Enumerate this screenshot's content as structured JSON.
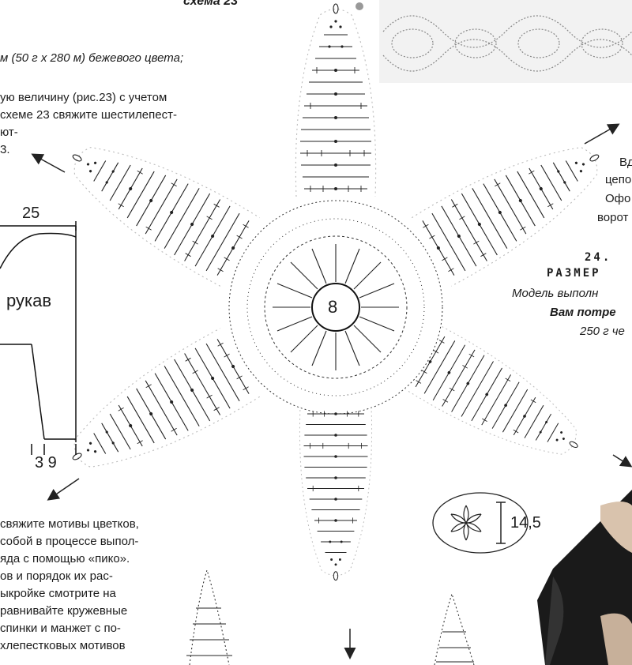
{
  "scheme_title": "схема 23",
  "center_label": "8",
  "left_text": {
    "l1": "м (50 г х 280 м) бежевого цвета;",
    "l2": "ую величину (рис.23) с учетом",
    "l3": "схеме 23 свяжите шестилепест-",
    "l4": "ют-",
    "l5": "3."
  },
  "sleeve": {
    "top_dim": "25",
    "label": "рукав",
    "bottom_dim": "3 9"
  },
  "bottom_text": {
    "l1": "свяжите мотивы цветков,",
    "l2": "собой в процессе выпол-",
    "l3": "яда с помощью «пико».",
    "l4": "ов и порядок их рас-",
    "l5": "ыкройке смотрите на",
    "l6": "равнивайте кружевные",
    "l7": "спинки и манжет с по-",
    "l8": "хлепестковых мотивов"
  },
  "right_text": {
    "r1": "Вд",
    "r2": "цепо",
    "r3": "Офо",
    "r4": "ворот",
    "r5": "24.",
    "r6": "РАЗМЕР",
    "r7": "Модель выполн",
    "r8": "Вам потре",
    "r9": "250 г че"
  },
  "motif_size": "14,5"
}
